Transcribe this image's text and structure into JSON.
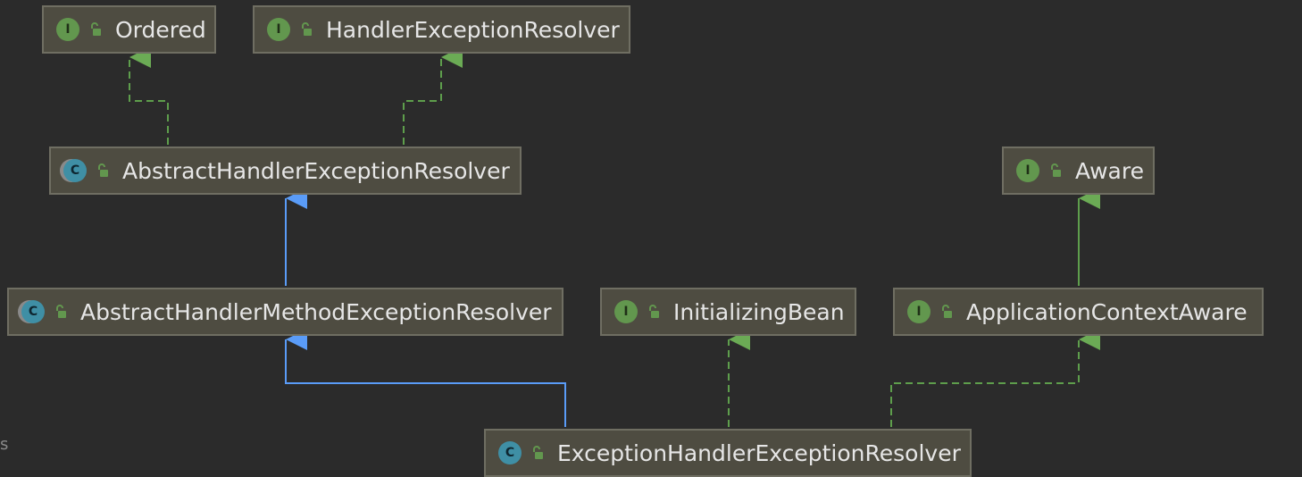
{
  "diagram": {
    "nodes": [
      {
        "id": "ordered",
        "label": "Ordered",
        "kind": "interface",
        "badge": "I"
      },
      {
        "id": "handler-exception-resolver",
        "label": "HandlerExceptionResolver",
        "kind": "interface",
        "badge": "I"
      },
      {
        "id": "abstract-handler-exception-resolver",
        "label": "AbstractHandlerExceptionResolver",
        "kind": "abstract-class",
        "badge": "C"
      },
      {
        "id": "aware",
        "label": "Aware",
        "kind": "interface",
        "badge": "I"
      },
      {
        "id": "abstract-handler-method-exception-resolver",
        "label": "AbstractHandlerMethodExceptionResolver",
        "kind": "abstract-class",
        "badge": "C"
      },
      {
        "id": "initializing-bean",
        "label": "InitializingBean",
        "kind": "interface",
        "badge": "I"
      },
      {
        "id": "application-context-aware",
        "label": "ApplicationContextAware",
        "kind": "interface",
        "badge": "I"
      },
      {
        "id": "exception-handler-exception-resolver",
        "label": "ExceptionHandlerExceptionResolver",
        "kind": "class",
        "badge": "C"
      }
    ],
    "edges": [
      {
        "from": "abstract-handler-exception-resolver",
        "to": "ordered",
        "type": "implements"
      },
      {
        "from": "abstract-handler-exception-resolver",
        "to": "handler-exception-resolver",
        "type": "implements"
      },
      {
        "from": "abstract-handler-method-exception-resolver",
        "to": "abstract-handler-exception-resolver",
        "type": "extends"
      },
      {
        "from": "application-context-aware",
        "to": "aware",
        "type": "extends-interface"
      },
      {
        "from": "exception-handler-exception-resolver",
        "to": "abstract-handler-method-exception-resolver",
        "type": "extends"
      },
      {
        "from": "exception-handler-exception-resolver",
        "to": "initializing-bean",
        "type": "implements"
      },
      {
        "from": "exception-handler-exception-resolver",
        "to": "application-context-aware",
        "type": "implements"
      }
    ]
  },
  "colors": {
    "background": "#2b2b2b",
    "node_fill": "#4e4c41",
    "node_border": "#6f6e62",
    "interface_badge": "#62974e",
    "class_badge": "#3f8fa5",
    "extends_edge": "#5a9cf8",
    "implements_edge": "#5e9e4c",
    "text": "#e6e6e6"
  },
  "icons": {
    "interface": "interface-icon",
    "class": "class-icon",
    "abstract-class": "abstract-class-icon",
    "visibility": "unlocked-icon"
  },
  "side_mark": "s"
}
